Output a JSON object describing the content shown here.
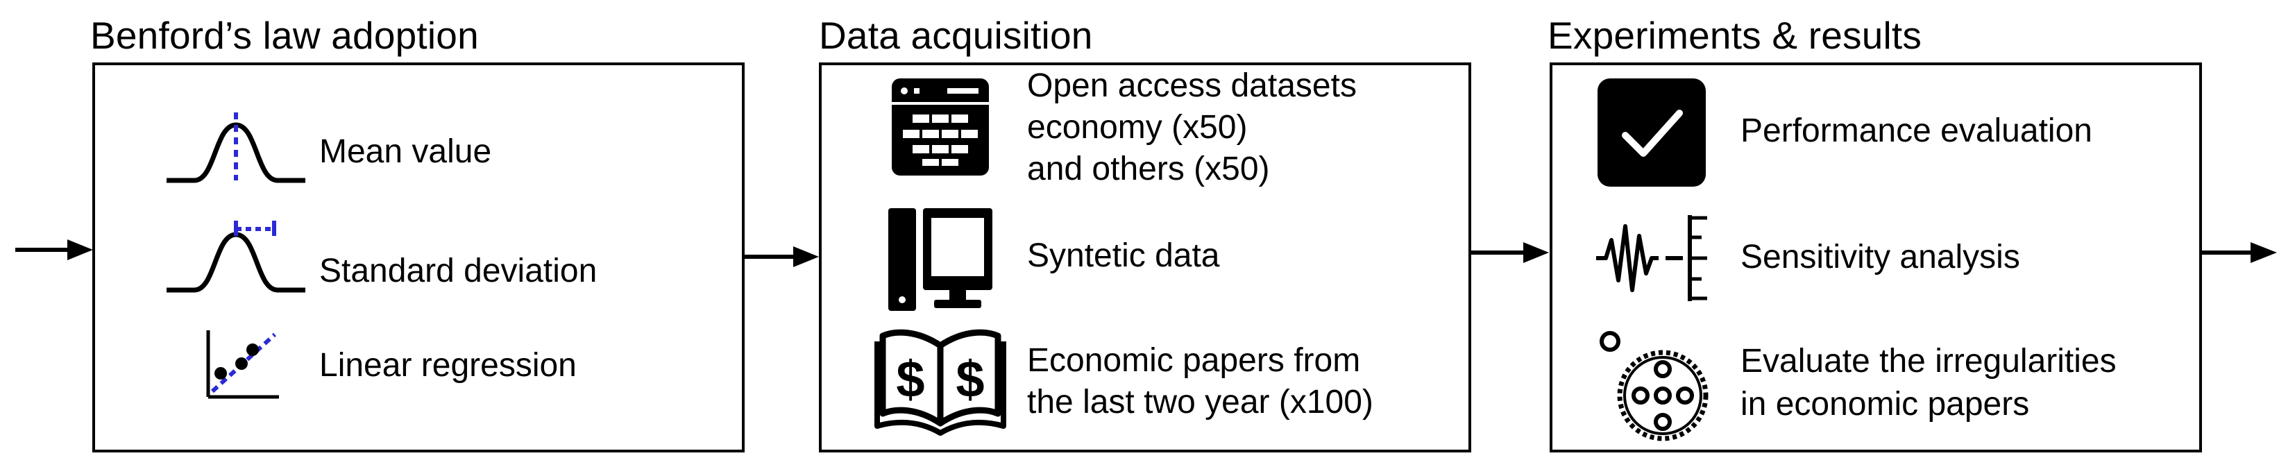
{
  "sections": [
    {
      "title": "Benford’s law adoption",
      "items": [
        {
          "label": "Mean value",
          "icon": "bell-curve-mean-icon"
        },
        {
          "label": "Standard deviation",
          "icon": "bell-curve-std-icon"
        },
        {
          "label": "Linear regression",
          "icon": "regression-plot-icon"
        }
      ]
    },
    {
      "title": "Data acquisition",
      "items": [
        {
          "lines": [
            "Open access datasets",
            "economy (x50)",
            "and others (x50)"
          ],
          "icon": "database-window-icon"
        },
        {
          "lines": [
            "Syntetic data"
          ],
          "icon": "computer-icon"
        },
        {
          "lines": [
            "Economic papers from",
            "the last two year (x100)"
          ],
          "icon": "dollar-book-icon"
        }
      ]
    },
    {
      "title": "Experiments & results",
      "items": [
        {
          "lines": [
            "Performance evaluation"
          ],
          "icon": "checkbox-icon"
        },
        {
          "lines": [
            "Sensitivity analysis"
          ],
          "icon": "signal-ruler-icon"
        },
        {
          "lines": [
            "Evaluate the irregularities",
            "in economic papers"
          ],
          "icon": "cells-petri-icon"
        }
      ]
    }
  ],
  "colors": {
    "stroke": "#000000",
    "accent": "#2a2ad6"
  }
}
